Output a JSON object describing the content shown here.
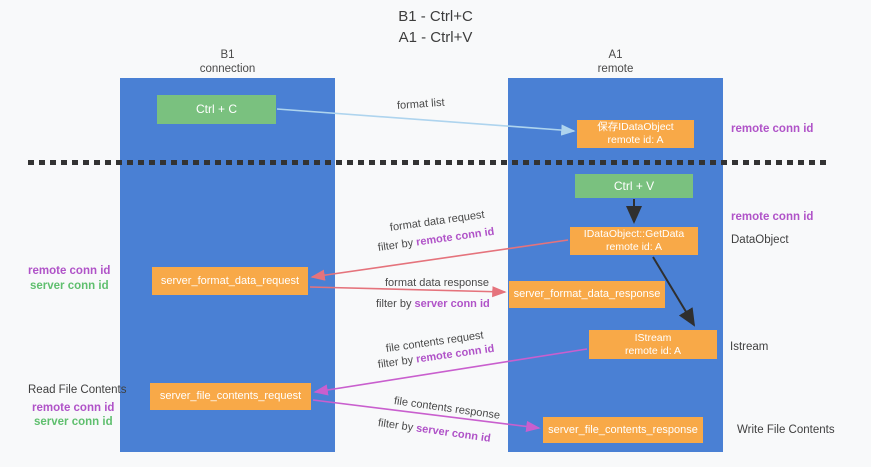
{
  "title": {
    "line1": "B1 - Ctrl+C",
    "line2": "A1 - Ctrl+V"
  },
  "lanes": {
    "b1": {
      "name": "B1",
      "role": "connection"
    },
    "a1": {
      "name": "A1",
      "role": "remote"
    }
  },
  "nodes": {
    "ctrl_c": {
      "label": "Ctrl + C"
    },
    "ctrl_v": {
      "label": "Ctrl + V"
    },
    "save_dataobject": {
      "line1": "保存IDataObject",
      "line2": "remote id: A"
    },
    "getdata": {
      "line1": "IDataObject::GetData",
      "line2": "remote id: A"
    },
    "istream": {
      "line1": "IStream",
      "line2": "remote id: A"
    },
    "format_request": {
      "label": "server_format_data_request"
    },
    "format_response": {
      "label": "server_format_data_response"
    },
    "file_request": {
      "label": "server_file_contents_request"
    },
    "file_response": {
      "label": "server_file_contents_response"
    }
  },
  "edges": {
    "format_list": "format list",
    "format_data_request": "format data request",
    "format_data_response": "format data response",
    "file_contents_request": "file contents request",
    "file_contents_response": "file contents response",
    "filter_by": "filter by",
    "remote_conn_id": "remote conn id",
    "server_conn_id": "server conn id"
  },
  "margins": {
    "remote_conn_id": "remote conn id",
    "server_conn_id": "server conn id",
    "read_file_contents": "Read File Contents",
    "write_file_contents": "Write File Contents",
    "dataobject": "DataObject",
    "istream": "Istream"
  },
  "colors": {
    "background": "#f8f9fa",
    "lane_blue": "#4a80d4",
    "node_orange": "#f8a948",
    "node_green": "#7ac17f",
    "arrow_blue": "#aed4ee",
    "arrow_red": "#e5737c",
    "arrow_magenta": "#c95fce",
    "arrow_black": "#2f2f2f",
    "label_purple": "#b053c8",
    "label_green": "#5fbf6e",
    "dashed_line": "#333333"
  }
}
